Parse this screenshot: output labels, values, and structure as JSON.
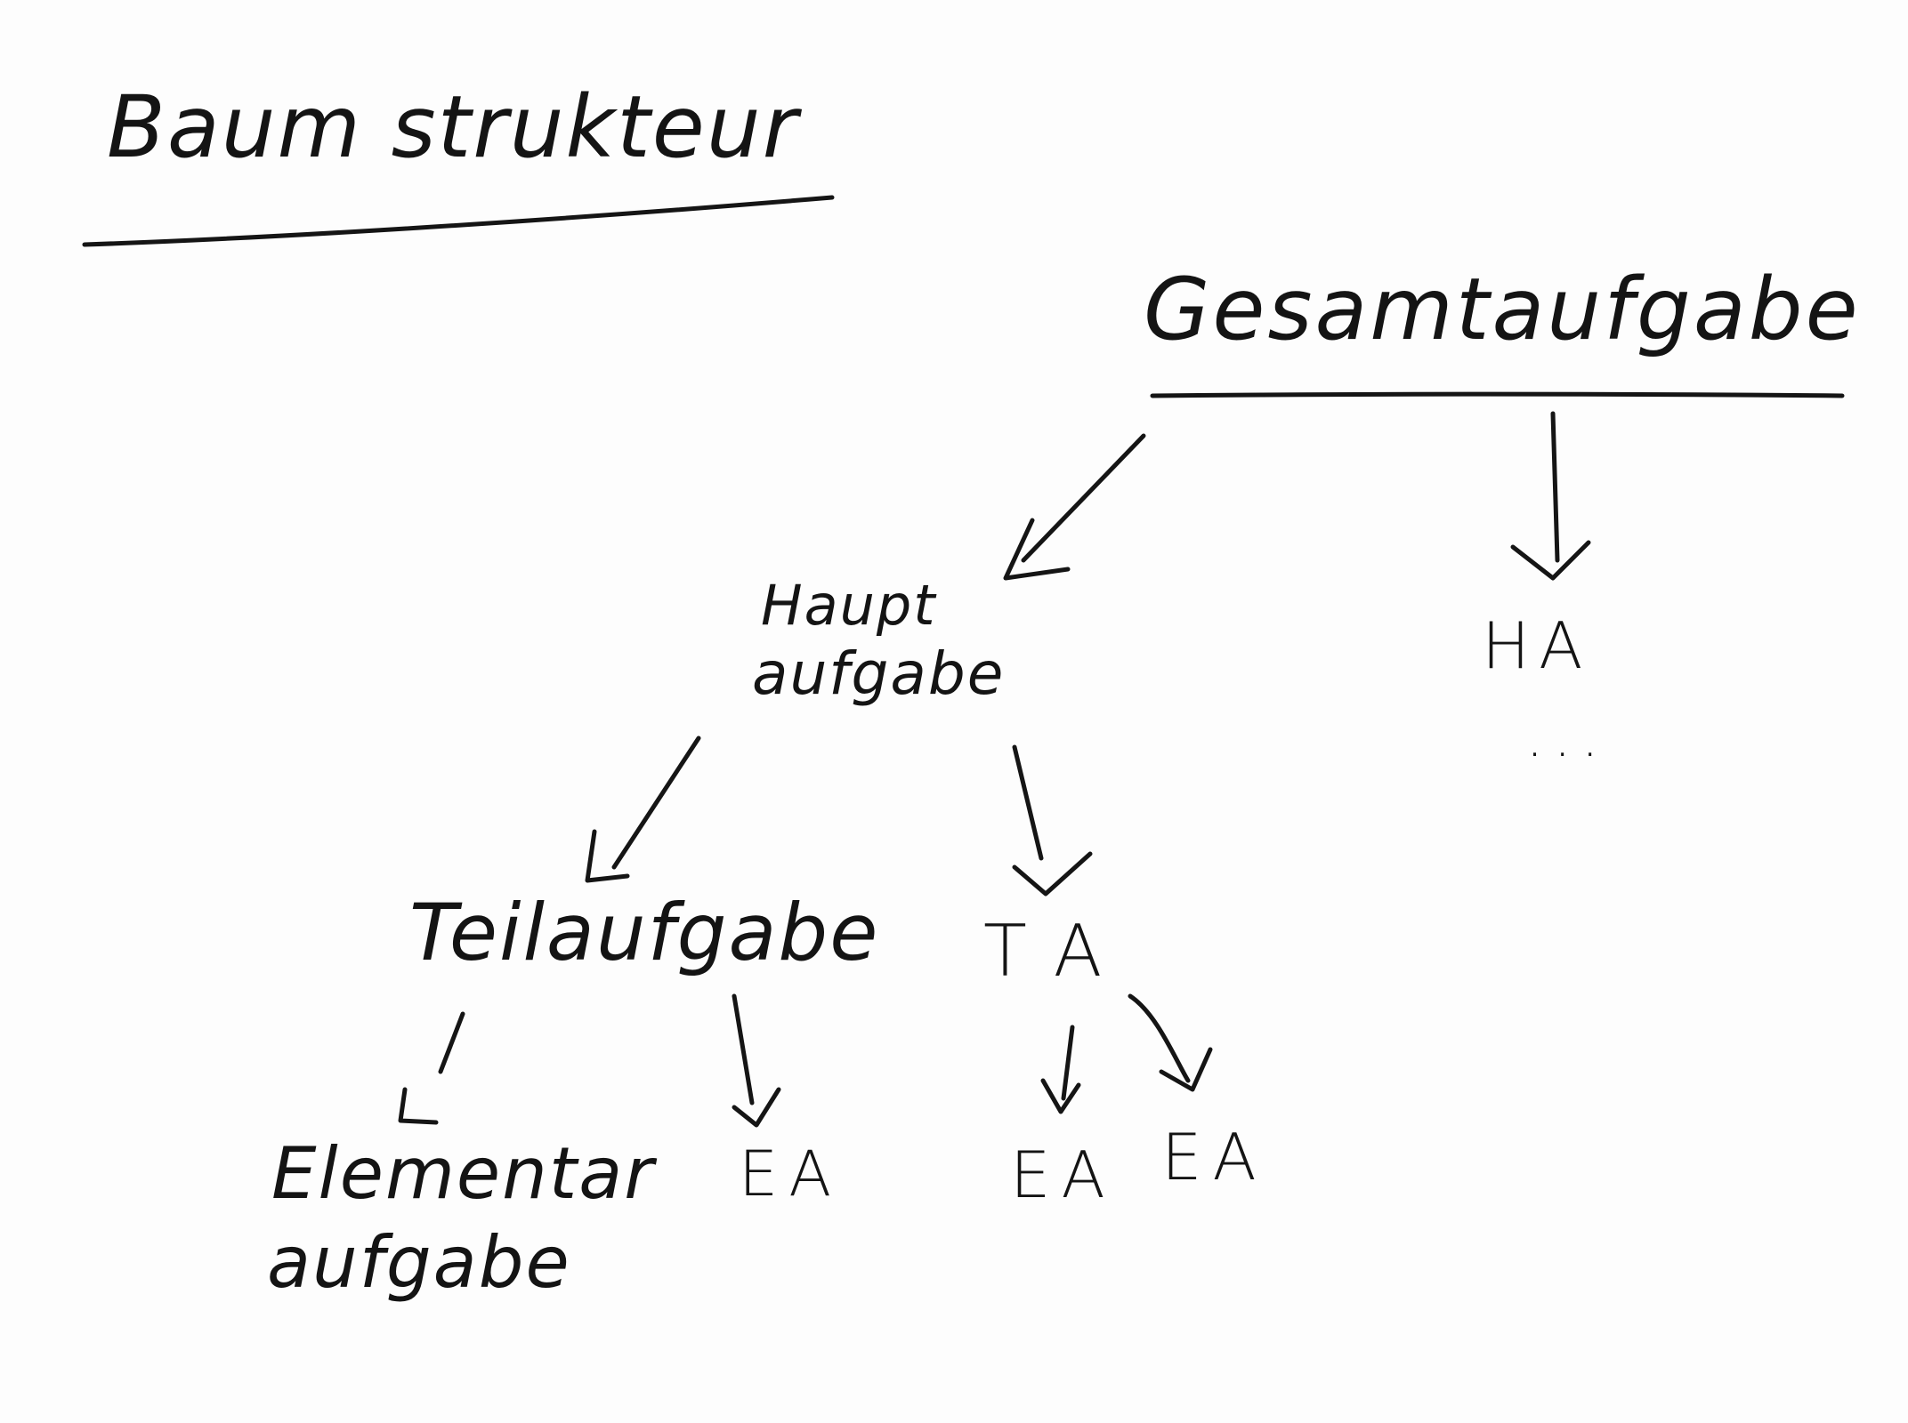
{
  "diagram": {
    "title": "Baum strukteur",
    "nodes": {
      "root": "Gesamtaufgabe",
      "main_line1": "Haupt",
      "main_line2": "aufgabe",
      "main_sibling": "HA",
      "ellipsis": "...",
      "sub": "Teilaufgabe",
      "sub_sibling": "TA",
      "elem_line1": "Elementar",
      "elem_line2": "aufgabe",
      "ea_1": "EA",
      "ea_2": "EA",
      "ea_3": "EA"
    },
    "edges": [
      {
        "from": "Gesamtaufgabe",
        "to": "Hauptaufgabe"
      },
      {
        "from": "Gesamtaufgabe",
        "to": "HA"
      },
      {
        "from": "Hauptaufgabe",
        "to": "Teilaufgabe"
      },
      {
        "from": "Hauptaufgabe",
        "to": "TA"
      },
      {
        "from": "Teilaufgabe",
        "to": "Elementaraufgabe"
      },
      {
        "from": "Teilaufgabe",
        "to": "EA"
      },
      {
        "from": "TA",
        "to": "EA"
      },
      {
        "from": "TA",
        "to": "EA"
      }
    ],
    "ink_color": "#151515",
    "paper_color": "#fdfdfd"
  }
}
